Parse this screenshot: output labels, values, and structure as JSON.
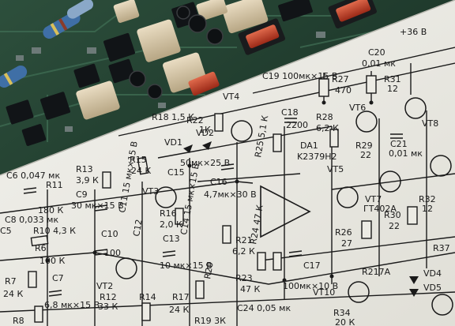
{
  "scene": {
    "description_free": true,
    "colors": {
      "board": "#1f3a2c",
      "paper": "#ecebe4",
      "ink": "#1a1a1a",
      "capacitor": "#c8442c",
      "chip": "#111417",
      "resistor": "#3f6fa6"
    }
  },
  "schematic": {
    "labels": [
      {
        "id": "l1",
        "text": "+36 В"
      },
      {
        "id": "l2",
        "text": "C20"
      },
      {
        "id": "l3",
        "text": "0,01 мк"
      },
      {
        "id": "l4",
        "text": "C19 100мк×15 В"
      },
      {
        "id": "l5",
        "text": "R27"
      },
      {
        "id": "l6",
        "text": "470"
      },
      {
        "id": "l7",
        "text": "R31"
      },
      {
        "id": "l8",
        "text": "12"
      },
      {
        "id": "l9",
        "text": "VT4"
      },
      {
        "id": "l10",
        "text": "R18 1,5 К"
      },
      {
        "id": "l11",
        "text": "R22"
      },
      {
        "id": "l12",
        "text": "1К"
      },
      {
        "id": "l13",
        "text": "VD1"
      },
      {
        "id": "l14",
        "text": "VD2"
      },
      {
        "id": "l15",
        "text": "C18"
      },
      {
        "id": "l16",
        "text": "2200"
      },
      {
        "id": "l17",
        "text": "R28"
      },
      {
        "id": "l18",
        "text": "6,2 К"
      },
      {
        "id": "l19",
        "text": "VT6"
      },
      {
        "id": "l20",
        "text": "VT8"
      },
      {
        "id": "l21",
        "text": "R25 5,1 К"
      },
      {
        "id": "l22",
        "text": "DA1"
      },
      {
        "id": "l23",
        "text": "K2379H2"
      },
      {
        "id": "l24",
        "text": "R29"
      },
      {
        "id": "l25",
        "text": "22"
      },
      {
        "id": "l26",
        "text": "C21"
      },
      {
        "id": "l27",
        "text": "0,01 мк"
      },
      {
        "id": "l28",
        "text": "C6 0,047 мк"
      },
      {
        "id": "l29",
        "text": "R13"
      },
      {
        "id": "l30",
        "text": "3,9 К"
      },
      {
        "id": "l31",
        "text": "C11 15 мк×15 В"
      },
      {
        "id": "l32",
        "text": "R15"
      },
      {
        "id": "l33",
        "text": "24 К"
      },
      {
        "id": "l34",
        "text": "50мк×25 В"
      },
      {
        "id": "l35",
        "text": "C15"
      },
      {
        "id": "l36",
        "text": "R11"
      },
      {
        "id": "l37",
        "text": "C9"
      },
      {
        "id": "l38",
        "text": "30 мк×15 В"
      },
      {
        "id": "l39",
        "text": "VT3"
      },
      {
        "id": "l40",
        "text": "C16"
      },
      {
        "id": "l41",
        "text": "4,7мк×30 В"
      },
      {
        "id": "l42",
        "text": "VT5"
      },
      {
        "id": "l43",
        "text": "VT7"
      },
      {
        "id": "l44",
        "text": "ГТ402А"
      },
      {
        "id": "l45",
        "text": "R32"
      },
      {
        "id": "l46",
        "text": "12"
      },
      {
        "id": "l47",
        "text": "180 К"
      },
      {
        "id": "l48",
        "text": "C8 0,033 мк"
      },
      {
        "id": "l49",
        "text": "R10 4,3 К"
      },
      {
        "id": "l50",
        "text": "R16"
      },
      {
        "id": "l51",
        "text": "2,0 К"
      },
      {
        "id": "l52",
        "text": "C14 15 мк×15 В"
      },
      {
        "id": "l53",
        "text": "R24 47 К"
      },
      {
        "id": "l54",
        "text": "R26"
      },
      {
        "id": "l55",
        "text": "27"
      },
      {
        "id": "l56",
        "text": "R30"
      },
      {
        "id": "l57",
        "text": "22"
      },
      {
        "id": "l58",
        "text": "R37"
      },
      {
        "id": "l59",
        "text": "C10"
      },
      {
        "id": "l60",
        "text": "100"
      },
      {
        "id": "l61",
        "text": "C12"
      },
      {
        "id": "l62",
        "text": "R6"
      },
      {
        "id": "l63",
        "text": "100 К"
      },
      {
        "id": "l64",
        "text": "C13"
      },
      {
        "id": "l65",
        "text": "10 мк×15 В"
      },
      {
        "id": "l66",
        "text": "R21"
      },
      {
        "id": "l67",
        "text": "6,2 К"
      },
      {
        "id": "l68",
        "text": "C17"
      },
      {
        "id": "l69",
        "text": "R7"
      },
      {
        "id": "l70",
        "text": "24 К"
      },
      {
        "id": "l71",
        "text": "C7"
      },
      {
        "id": "l72",
        "text": "VT2"
      },
      {
        "id": "l73",
        "text": "R12"
      },
      {
        "id": "l74",
        "text": "33 К"
      },
      {
        "id": "l75",
        "text": "R20"
      },
      {
        "id": "l76",
        "text": "R23"
      },
      {
        "id": "l77",
        "text": "47 К"
      },
      {
        "id": "l78",
        "text": "100мк×10 В"
      },
      {
        "id": "l79",
        "text": "R217А"
      },
      {
        "id": "l80",
        "text": "VD4"
      },
      {
        "id": "l81",
        "text": "VD5"
      },
      {
        "id": "l82",
        "text": "R8"
      },
      {
        "id": "l83",
        "text": "6,8 мк×15 В"
      },
      {
        "id": "l84",
        "text": "R14"
      },
      {
        "id": "l85",
        "text": "R17"
      },
      {
        "id": "l86",
        "text": "24 К"
      },
      {
        "id": "l87",
        "text": "R19 3К"
      },
      {
        "id": "l88",
        "text": "C24 0,05 мк"
      },
      {
        "id": "l89",
        "text": "VT10"
      },
      {
        "id": "l90",
        "text": "R34"
      },
      {
        "id": "l91",
        "text": "20 К"
      },
      {
        "id": "l92",
        "text": "C5"
      }
    ]
  }
}
